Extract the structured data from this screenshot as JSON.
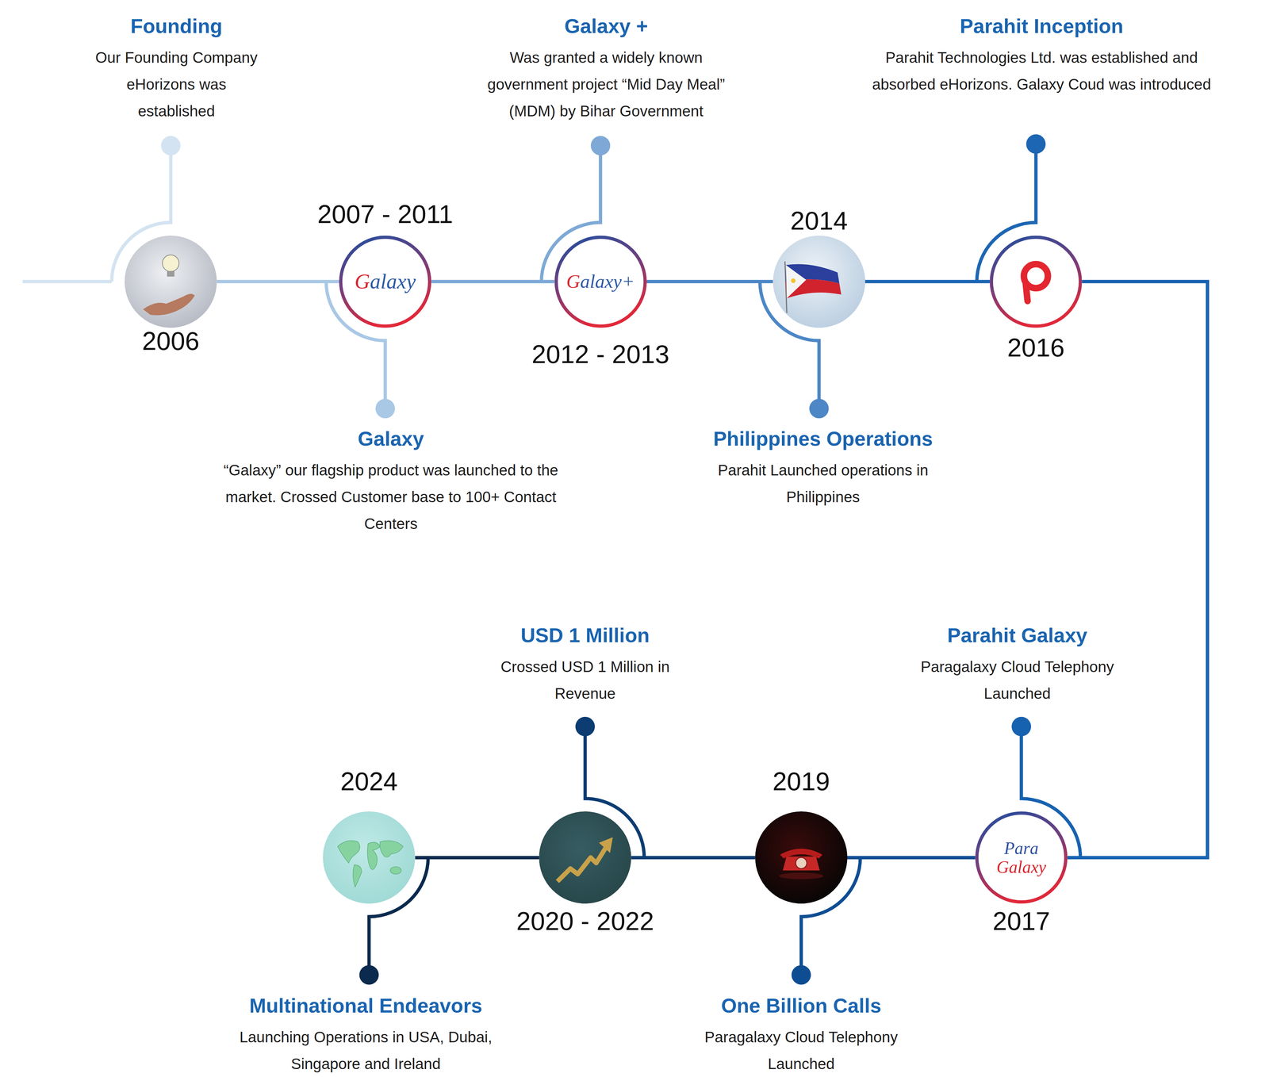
{
  "diagram": {
    "nodes": [
      {
        "text": [
          "2006",
          "Founding",
          "Our Founding Company eHorizons was established"
        ]
      },
      {
        "text": [
          "2007 - 2011",
          "Galaxy",
          "Galaxy",
          "“Galaxy” our flagship product was launched to the market. Crossed Customer base to 100+ Contact Centers"
        ]
      },
      {
        "text": [
          "2012 - 2013",
          "Galaxy+",
          "Galaxy +",
          "Was granted a widely known government project “Mid Day Meal” (MDM) by Bihar Government"
        ]
      },
      {
        "text": [
          "2014",
          "Philippines Operations",
          "Parahit Launched operations in Philippines"
        ]
      },
      {
        "text": [
          "2016",
          "Parahit Inception",
          "Parahit Technologies Ltd. was established and absorbed eHorizons. Galaxy Coud was introduced"
        ]
      },
      {
        "text": [
          "2017",
          "Para Galaxy",
          "Parahit Galaxy",
          "Paragalaxy Cloud Telephony Launched"
        ]
      },
      {
        "text": [
          "2019",
          "One Billion Calls",
          "Paragalaxy Cloud Telephony Launched"
        ]
      },
      {
        "text": [
          "2020 - 2022",
          "USD 1 Million",
          "Crossed USD 1 Million in Revenue"
        ]
      },
      {
        "text": [
          "2024",
          "Multinational Endeavors",
          "Launching Operations in USA, Dubai, Singapore and Ireland"
        ]
      }
    ],
    "edges": [
      {
        "from": 0,
        "to": 1,
        "arrow": "none"
      },
      {
        "from": 1,
        "to": 2,
        "arrow": "none"
      },
      {
        "from": 2,
        "to": 3,
        "arrow": "none"
      },
      {
        "from": 3,
        "to": 4,
        "arrow": "none"
      },
      {
        "from": 4,
        "to": 5,
        "arrow": "none"
      },
      {
        "from": 5,
        "to": 6,
        "arrow": "none"
      },
      {
        "from": 6,
        "to": 7,
        "arrow": "none"
      },
      {
        "from": 7,
        "to": 8,
        "arrow": "none"
      }
    ]
  }
}
